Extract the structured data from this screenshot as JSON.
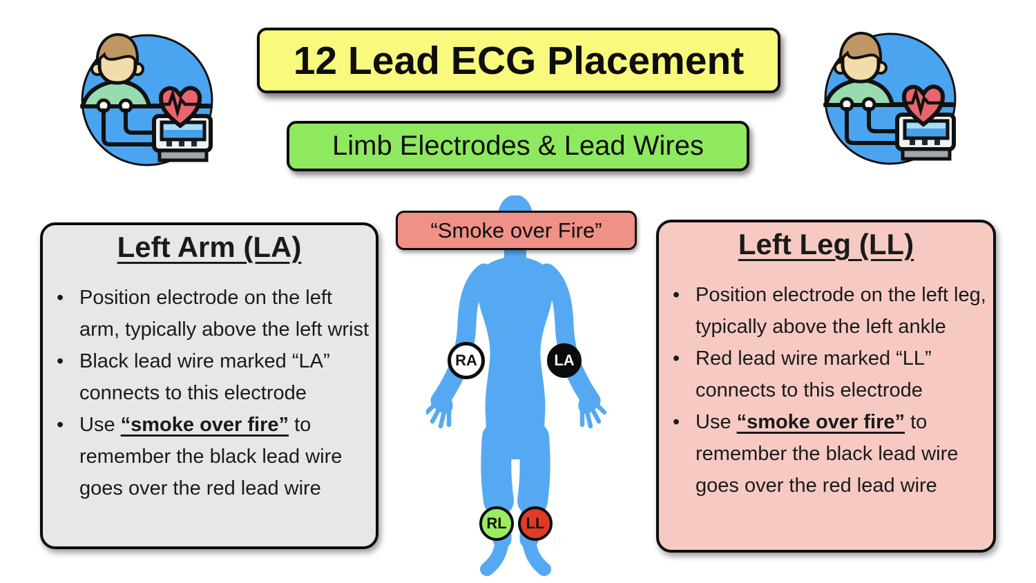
{
  "header": {
    "title": "12 Lead ECG Placement",
    "subtitle": "Limb Electrodes & Lead Wires"
  },
  "decorative_icons": {
    "left": "ecg-patient-with-monitor",
    "right": "ecg-patient-with-monitor"
  },
  "body_figure": {
    "mnemonic": "“Smoke over Fire”",
    "electrodes": [
      {
        "id": "ra",
        "label": "RA"
      },
      {
        "id": "la",
        "label": "LA"
      },
      {
        "id": "rl",
        "label": "RL"
      },
      {
        "id": "ll",
        "label": "LL"
      }
    ]
  },
  "left_panel": {
    "title": "Left Arm (LA)",
    "bullets": [
      {
        "text": "Position electrode on the left arm, typically above the left wrist"
      },
      {
        "text": "Black lead wire marked “LA” connects to this electrode"
      },
      {
        "prefix": "Use ",
        "emphasis": "“smoke over fire”",
        "suffix": " to remember the black lead wire goes over the red lead wire"
      }
    ]
  },
  "right_panel": {
    "title": "Left Leg (LL)",
    "bullets": [
      {
        "text": "Position electrode on the left leg, typically above the left ankle"
      },
      {
        "text": "Red lead wire marked “LL” connects to this electrode"
      },
      {
        "prefix": "Use ",
        "emphasis": "“smoke over fire”",
        "suffix": " to remember the black lead wire goes over the red lead wire"
      }
    ]
  },
  "colors": {
    "title_banner": "#F9FA7D",
    "subtitle_banner": "#8EE95F",
    "left_panel_bg": "#E7E7E7",
    "right_panel_bg": "#F6CAC3",
    "mnemonic_bg": "#EF9186",
    "body_silhouette": "#55A9F2",
    "electrode_ra": "#FFFFFF",
    "electrode_la": "#000000",
    "electrode_rl": "#99ED5F",
    "electrode_ll": "#E03C25",
    "icon_circle": "#4BA4EF",
    "icon_heart": "#E8646E",
    "icon_shirt": "#97DBAE"
  }
}
